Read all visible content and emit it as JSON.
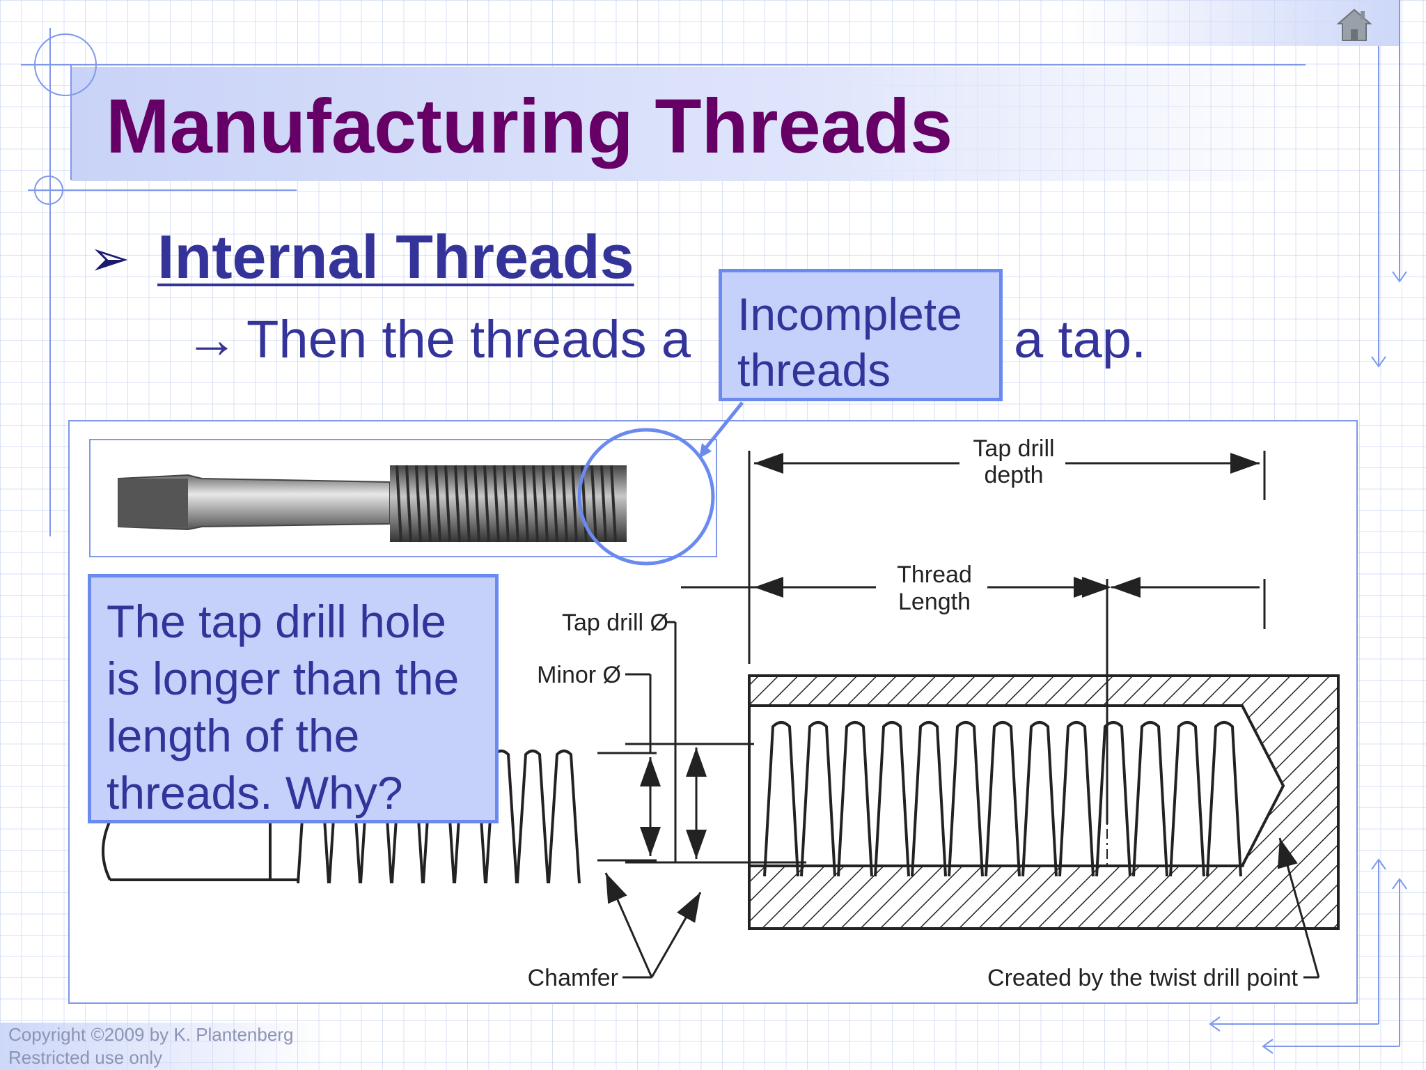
{
  "slide": {
    "title": "Manufacturing Threads",
    "heading": "Internal Threads",
    "bullet_marker": "➢",
    "sub_arrow": "→",
    "sub_text_left": "Then the threads a",
    "sub_text_right": "a tap.",
    "callout_top": [
      "Incomplete",
      "threads"
    ],
    "callout_left": [
      "The tap drill hole",
      "is longer than the",
      "length of the",
      "threads. Why?"
    ],
    "copyright": [
      "Copyright ©2009 by K. Plantenberg",
      "Restricted use only"
    ]
  },
  "diagram": {
    "labels": {
      "tap_drill_depth": [
        "Tap drill",
        "depth"
      ],
      "thread_length": [
        "Thread",
        "Length"
      ],
      "tap_drill_diameter": "Tap drill Ø",
      "minor_diameter": "Minor Ø",
      "chamfer": "Chamfer",
      "twist_drill_point": "Created by the twist drill point"
    }
  },
  "icons": {
    "home": "home-icon",
    "bullet": "arrowhead-bullet-icon"
  },
  "colors": {
    "title": "#660066",
    "text": "#333399",
    "callout_fill": "#c5d1fb",
    "callout_border": "#6a8af0",
    "grid": "#96aae6"
  }
}
